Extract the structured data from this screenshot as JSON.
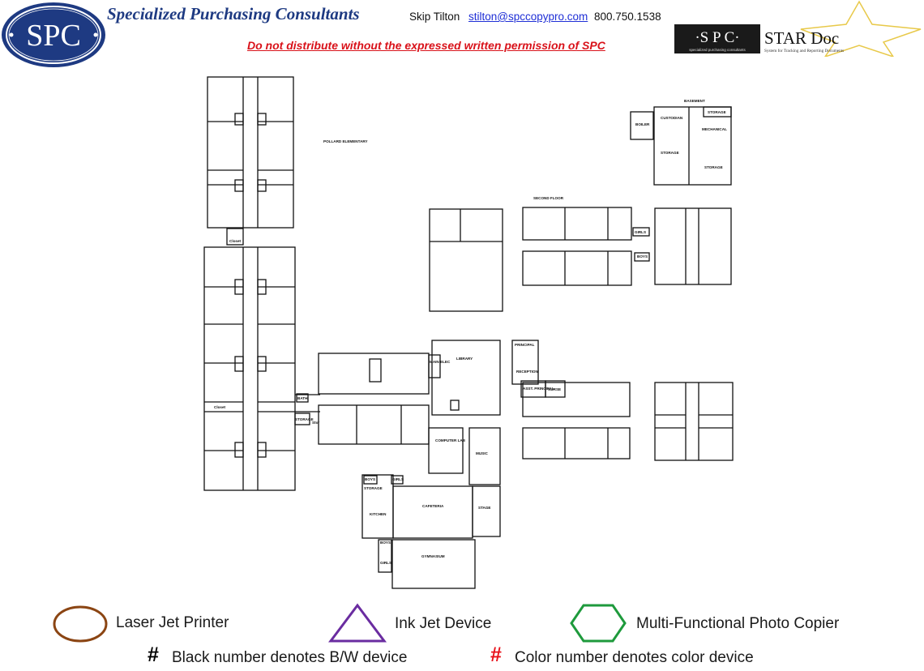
{
  "header": {
    "logo_text": "SPC",
    "company_name": "Specialized Purchasing Consultants",
    "contact_name": "Skip Tilton",
    "contact_email": "stilton@spccopypro.com",
    "contact_phone": "800.750.1538",
    "disclaimer": "Do not distribute without the expressed written permission of SPC",
    "stardoc": {
      "spc_text": "·S P C·",
      "product_name": "STAR Doc",
      "spc_subtext": "specialized purchasing consultants",
      "tagline": "System for Tracking and Reporting Documents"
    },
    "colors": {
      "brand_navy": "#1e3a82",
      "warning_red": "#d9121a",
      "link_blue": "#1f2fd6",
      "star_gold": "#e8c94a"
    }
  },
  "floorplan": {
    "labels": {
      "school_name": "POLLARD ELEMENTARY",
      "basement": "BASEMENT",
      "boiler": "BOILER",
      "custodian": "CUSTODIAN",
      "storage": "STORAGE",
      "mechanical": "MECHANICAL",
      "second_floor": "SECOND FLOOR",
      "girls": "GIRLS",
      "boys": "BOYS",
      "library": "LIBRARY",
      "main_elec": "MAIN ELEC",
      "principal": "PRINCIPAL",
      "reception": "RECEPTION",
      "asst_principal": "ASST. PRINCIPAL",
      "nurse": "NURSE",
      "computer_lab": "COMPUTER LAB",
      "music": "MUSIC",
      "cafeteria": "CAFETERIA",
      "stage": "STAGE",
      "kitchen": "KITCHEN",
      "gymnasium": "GYMNASIUM",
      "bath": "BATH",
      "closet": "Closet",
      "stor": "Stor"
    }
  },
  "legend": {
    "laser_jet": {
      "label": "Laser Jet Printer",
      "shape": "circle",
      "color": "#8b4513"
    },
    "ink_jet": {
      "label": "Ink Jet Device",
      "shape": "triangle",
      "color": "#6a2ca0"
    },
    "copier": {
      "label": "Multi-Functional Photo Copier",
      "shape": "hexagon",
      "color": "#1e9a3c"
    },
    "bw_note": {
      "symbol": "#",
      "text": "Black number denotes B/W device",
      "color": "#000000"
    },
    "color_note": {
      "symbol": "#",
      "text": "Color number denotes color device",
      "color": "#e8111a"
    }
  }
}
